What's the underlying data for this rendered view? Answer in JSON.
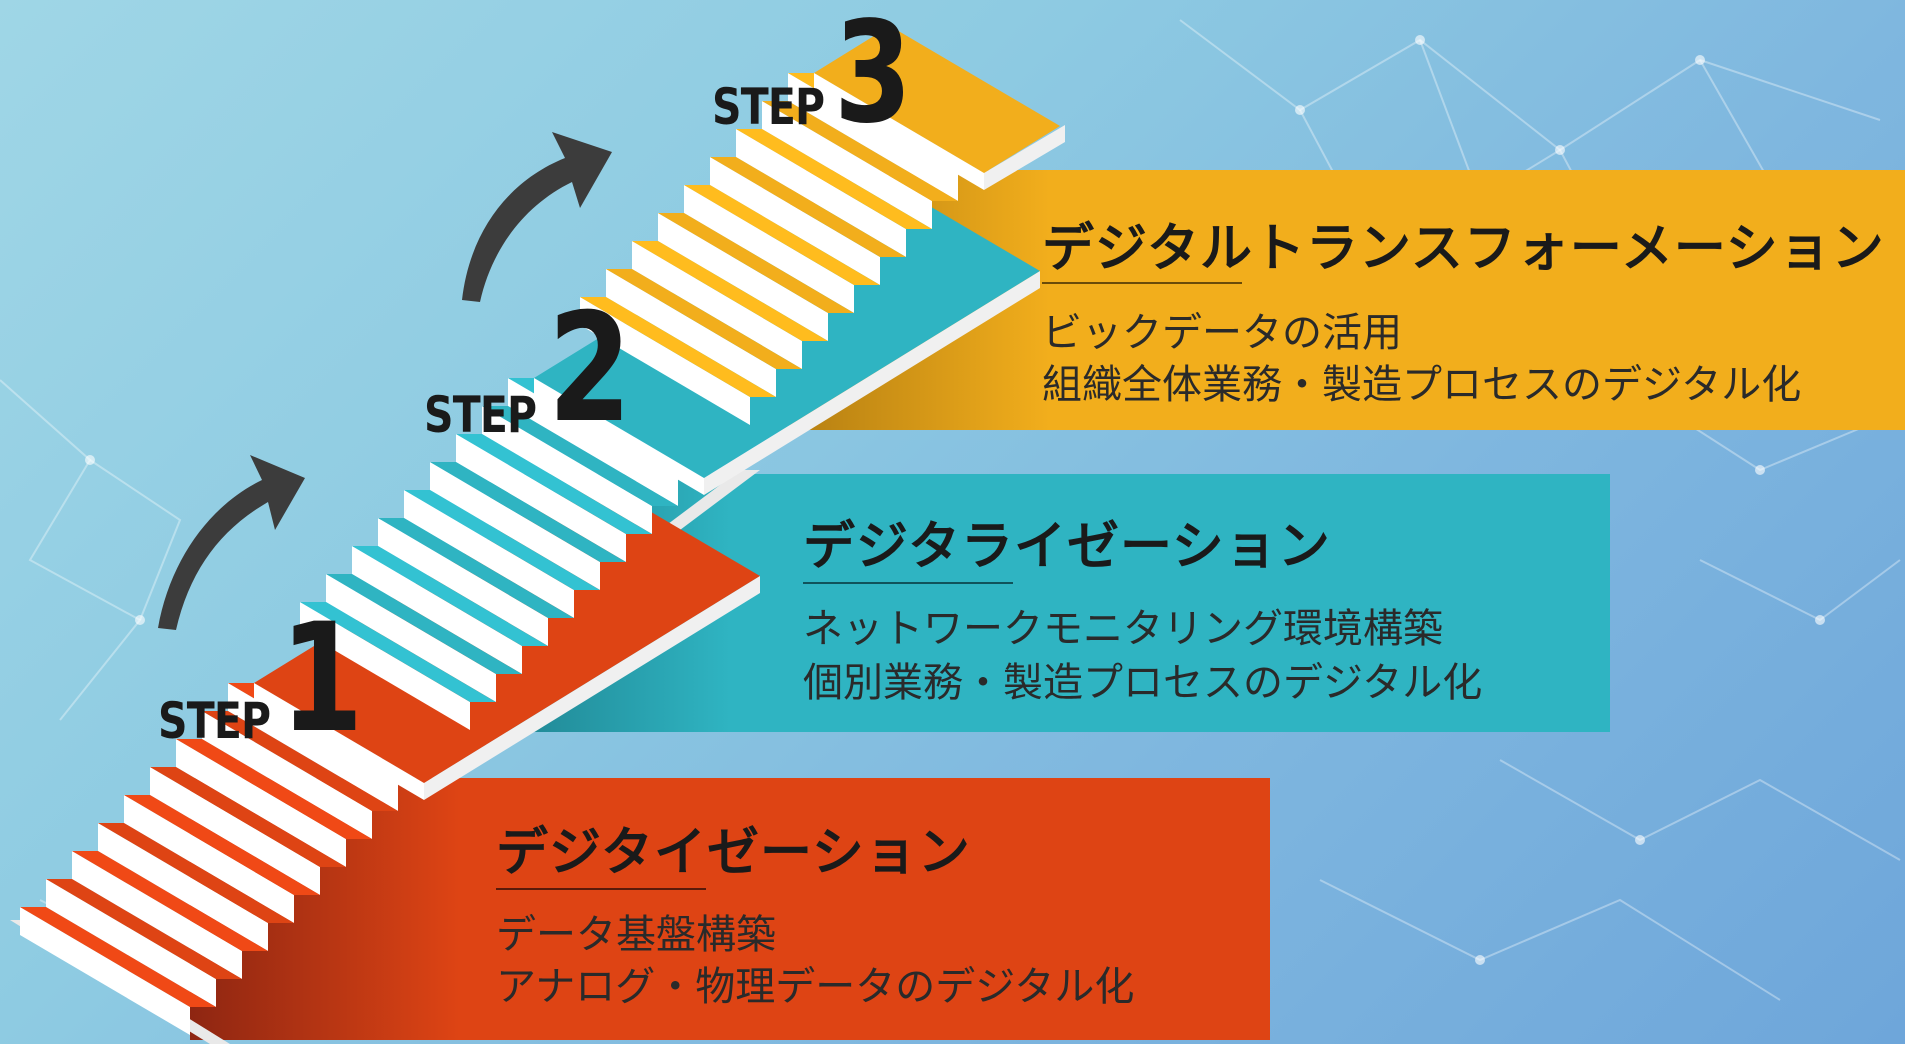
{
  "colors": {
    "step1": "#de4414",
    "step2": "#2fb4c2",
    "step3": "#f2ae1c",
    "arrow": "#3c3c3c",
    "riser": "#ffffff"
  },
  "steps": [
    {
      "word": "STEP",
      "number": "1",
      "title": "デジタイゼーション",
      "lines": [
        "データ基盤構築",
        "アナログ・物理データのデジタル化"
      ]
    },
    {
      "word": "STEP",
      "number": "2",
      "title": "デジタライゼーション",
      "lines": [
        "ネットワークモニタリング環境構築",
        "個別業務・製造プロセスのデジタル化"
      ]
    },
    {
      "word": "STEP",
      "number": "3",
      "title": "デジタルトランスフォーメーション",
      "lines": [
        "ビックデータの活用",
        "組織全体業務・製造プロセスのデジタル化"
      ]
    }
  ],
  "icons": [
    "up-curve-arrow-icon",
    "up-curve-arrow-icon"
  ]
}
